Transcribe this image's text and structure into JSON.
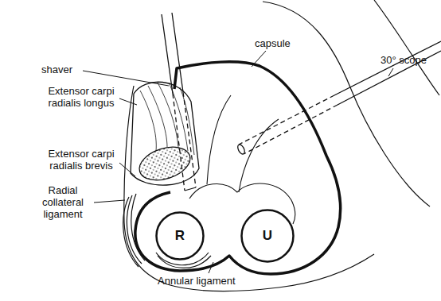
{
  "diagram": {
    "nodes": [
      {
        "text": [
          "R"
        ]
      },
      {
        "text": [
          "U"
        ]
      }
    ],
    "labels": [
      "shaver",
      "capsule",
      "30° scope",
      "Extensor carpi radialis longus",
      "Extensor carpi radialis brevis",
      "Radial collateral ligament",
      "Annular ligament"
    ]
  }
}
